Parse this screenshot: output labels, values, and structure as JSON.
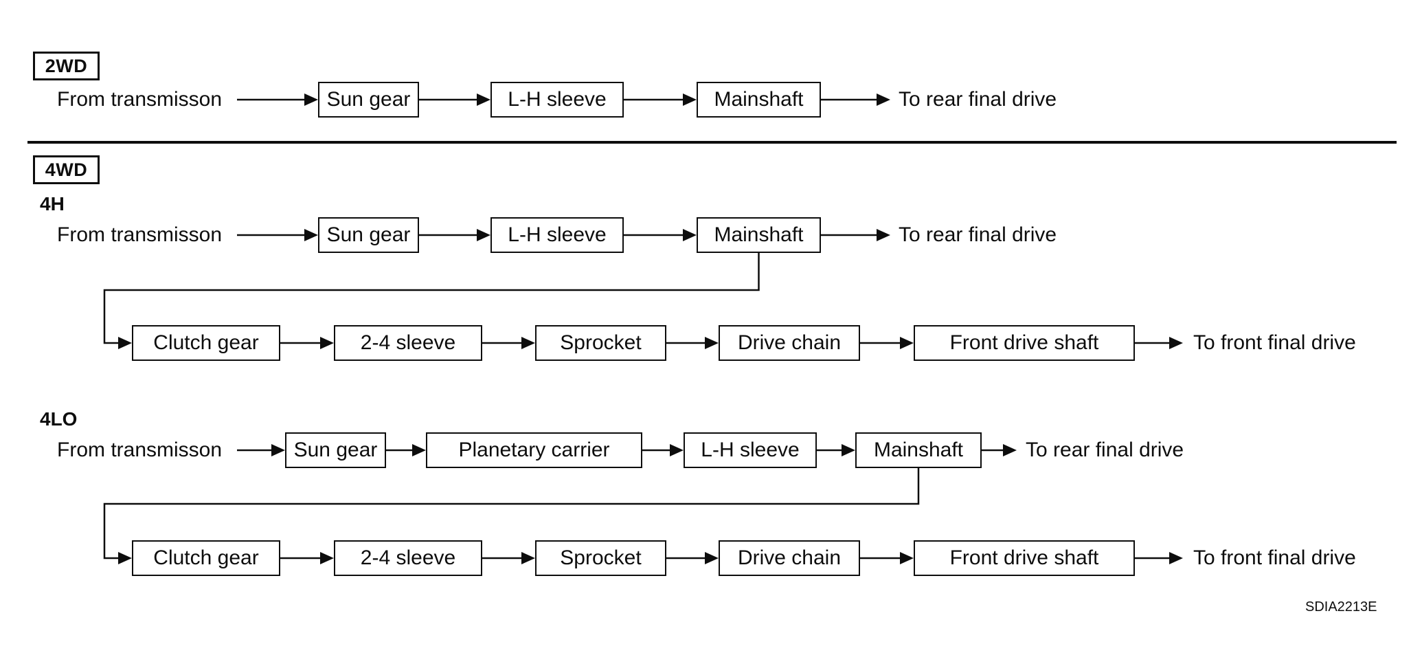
{
  "figure": {
    "code": "SDIA2213E",
    "background": "#ffffff",
    "line_color": "#0d0d0d"
  },
  "badges": {
    "two_wd": "2WD",
    "four_wd": "4WD"
  },
  "mode_labels": {
    "four_h": "4H",
    "four_lo": "4LO"
  },
  "flows": {
    "two_wd": {
      "from": "From transmisson",
      "nodes": [
        "Sun gear",
        "L-H sleeve",
        "Mainshaft"
      ],
      "to": "To rear final drive"
    },
    "four_h_rear": {
      "from": "From transmisson",
      "nodes": [
        "Sun gear",
        "L-H sleeve",
        "Mainshaft"
      ],
      "to": "To rear final drive"
    },
    "four_h_front": {
      "nodes": [
        "Clutch gear",
        "2-4 sleeve",
        "Sprocket",
        "Drive chain",
        "Front drive shaft"
      ],
      "to": "To front final drive"
    },
    "four_lo_rear": {
      "from": "From transmisson",
      "nodes": [
        "Sun gear",
        "Planetary carrier",
        "L-H sleeve",
        "Mainshaft"
      ],
      "to": "To rear final drive"
    },
    "four_lo_front": {
      "nodes": [
        "Clutch gear",
        "2-4 sleeve",
        "Sprocket",
        "Drive chain",
        "Front drive shaft"
      ],
      "to": "To front final drive"
    }
  }
}
